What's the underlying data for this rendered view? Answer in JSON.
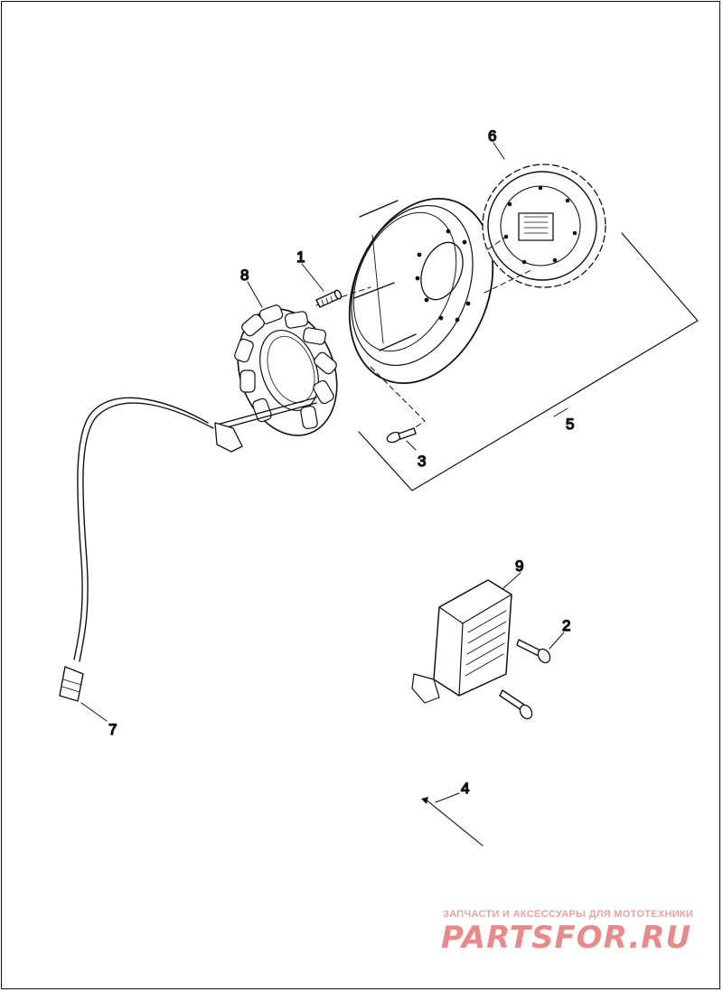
{
  "callouts": [
    {
      "id": "1",
      "label": "1"
    },
    {
      "id": "2",
      "label": "2"
    },
    {
      "id": "3",
      "label": "3"
    },
    {
      "id": "4",
      "label": "4"
    },
    {
      "id": "5",
      "label": "5"
    },
    {
      "id": "6",
      "label": "6"
    },
    {
      "id": "7",
      "label": "7"
    },
    {
      "id": "8",
      "label": "8"
    },
    {
      "id": "9",
      "label": "9"
    }
  ],
  "watermark": {
    "tagline": "ЗАПЧАСТИ И АКСЕССУАРЫ ДЛЯ МОТОТЕХНИКИ",
    "brand": "PARTSFOR.RU"
  },
  "colors": {
    "ink": "#111111",
    "watermark": "#e98a8a"
  }
}
